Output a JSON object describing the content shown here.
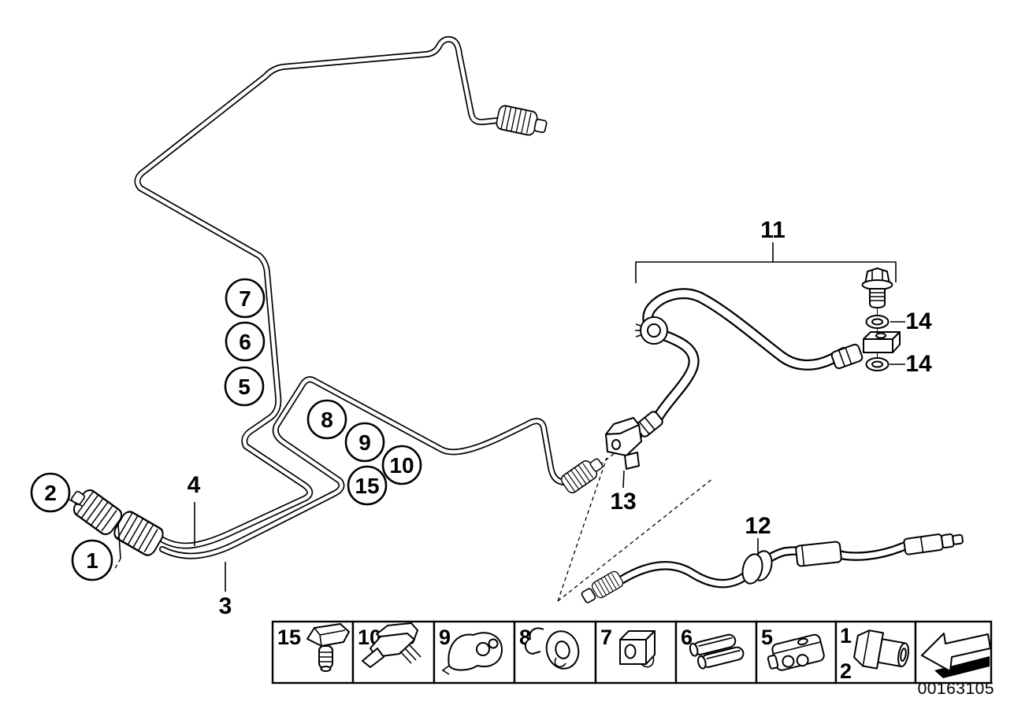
{
  "doc": {
    "number": "00163105"
  },
  "callouts": {
    "c1": "1",
    "c2": "2",
    "c3": "3",
    "c4": "4",
    "c5": "5",
    "c6": "6",
    "c7": "7",
    "c8": "8",
    "c9": "9",
    "c10": "10",
    "c11": "11",
    "c12": "12",
    "c13": "13",
    "c14a": "14",
    "c14b": "14",
    "c15": "15"
  },
  "legend": {
    "cells": [
      {
        "label": "15",
        "icon": "expanding-rivet-clip-icon"
      },
      {
        "label": "10",
        "icon": "spring-clip-icon"
      },
      {
        "label": "9",
        "icon": "pipe-holder-icon"
      },
      {
        "label": "8",
        "icon": "grommet-clip-icon"
      },
      {
        "label": "7",
        "icon": "cube-holder-icon"
      },
      {
        "label": "6",
        "icon": "double-pipe-clamp-icon"
      },
      {
        "label": "5",
        "icon": "clamp-block-icon"
      },
      {
        "label": "1",
        "label_secondary": "2",
        "icon": "pipe-nut-icon"
      },
      {
        "label": "",
        "icon": "direction-arrow-icon"
      }
    ]
  }
}
